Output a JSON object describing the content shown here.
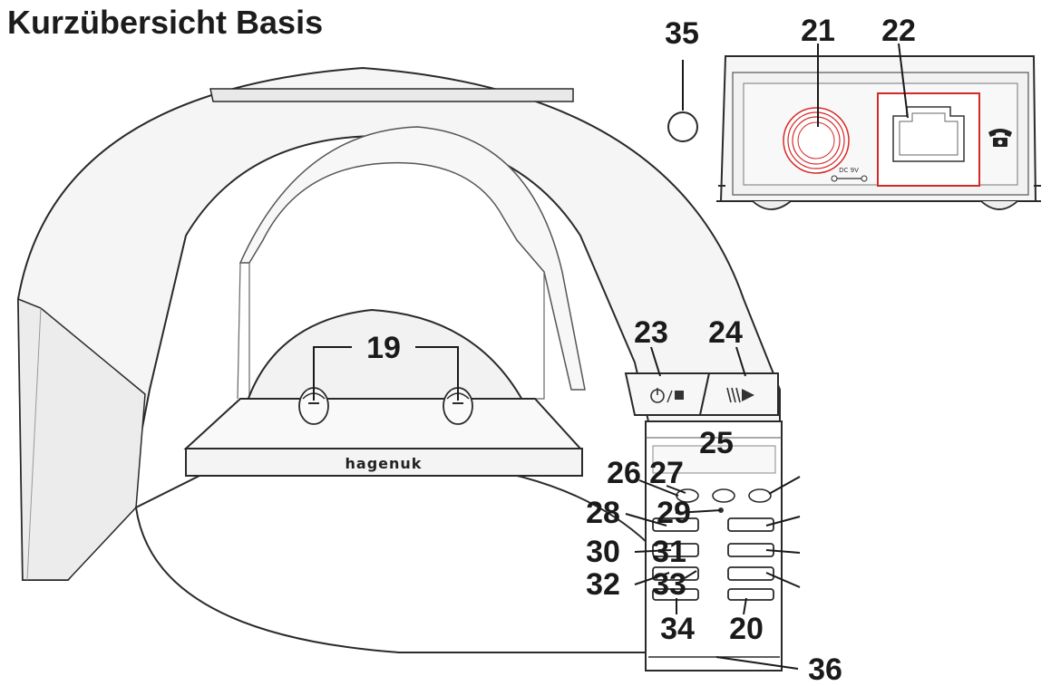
{
  "title": "Kurzübersicht Basis",
  "brand": "hagenuk",
  "connector_label": "DC 9V",
  "icons": {
    "phone_jack": "phone-icon",
    "power_stop": "power-stop-icon",
    "play": "play-icon"
  },
  "colors": {
    "line": "#2a2a2a",
    "body_fill": "#f4f4f4",
    "highlight": "#d62828"
  },
  "callouts": {
    "c19": "19",
    "c20": "20",
    "c21": "21",
    "c22": "22",
    "c23": "23",
    "c24": "24",
    "c25": "25",
    "c26": "26",
    "c27": "27",
    "c28": "28",
    "c29": "29",
    "c30": "30",
    "c31": "31",
    "c32": "32",
    "c33": "33",
    "c34": "34",
    "c35": "35",
    "c36": "36"
  }
}
